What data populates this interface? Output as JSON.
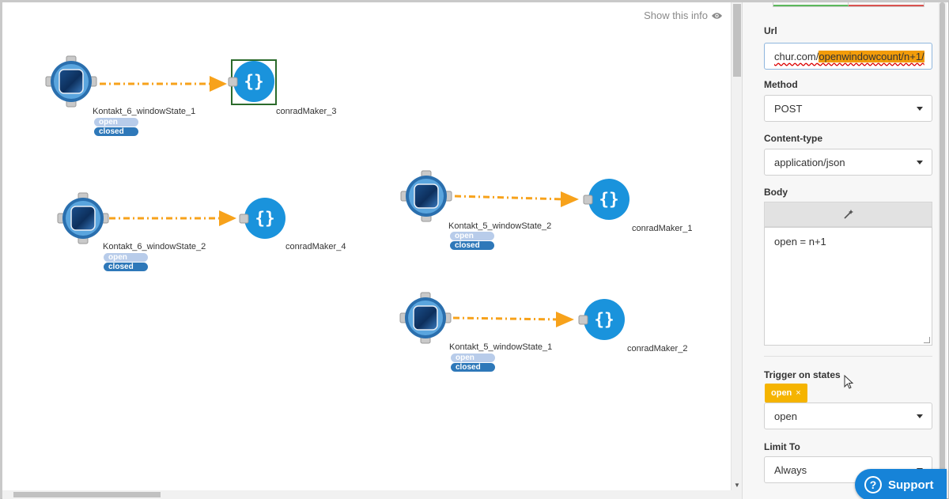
{
  "canvas": {
    "show_info_label": "Show this info",
    "sensors": [
      {
        "name": "Kontakt_6_windowState_1",
        "states": [
          "open",
          "closed"
        ]
      },
      {
        "name": "Kontakt_6_windowState_2",
        "states": [
          "open",
          "closed"
        ]
      },
      {
        "name": "Kontakt_5_windowState_2",
        "states": [
          "open",
          "closed"
        ]
      },
      {
        "name": "Kontakt_5_windowState_1",
        "states": [
          "open",
          "closed"
        ]
      }
    ],
    "makers": [
      {
        "name": "conradMaker_3",
        "selected": true
      },
      {
        "name": "conradMaker_4",
        "selected": false
      },
      {
        "name": "conradMaker_1",
        "selected": false
      },
      {
        "name": "conradMaker_2",
        "selected": false
      }
    ],
    "maker_icon_text": "{}"
  },
  "panel": {
    "url": {
      "label": "Url",
      "value_plain": "chur.com/",
      "value_highlighted": "openwindowcount/n+1/"
    },
    "method": {
      "label": "Method",
      "value": "POST"
    },
    "content_type": {
      "label": "Content-type",
      "value": "application/json"
    },
    "body": {
      "label": "Body",
      "value": "open = n+1",
      "toolbar_icon": "magic-wand-icon"
    },
    "trigger": {
      "label": "Trigger on states",
      "tags": [
        "open"
      ],
      "select_value": "open",
      "tag_remove": "×"
    },
    "limit": {
      "label": "Limit To",
      "value": "Always"
    }
  },
  "support": {
    "label": "Support",
    "icon": "?"
  },
  "colors": {
    "link": "#f7a21b",
    "maker": "#1a93dc",
    "selected_border": "#2b6a2b",
    "tag": "#f5b400",
    "state_closed": "#2e78b9",
    "state_open": "#b8ccea",
    "support": "#1683d8",
    "url_highlight": "#f29c0a"
  }
}
